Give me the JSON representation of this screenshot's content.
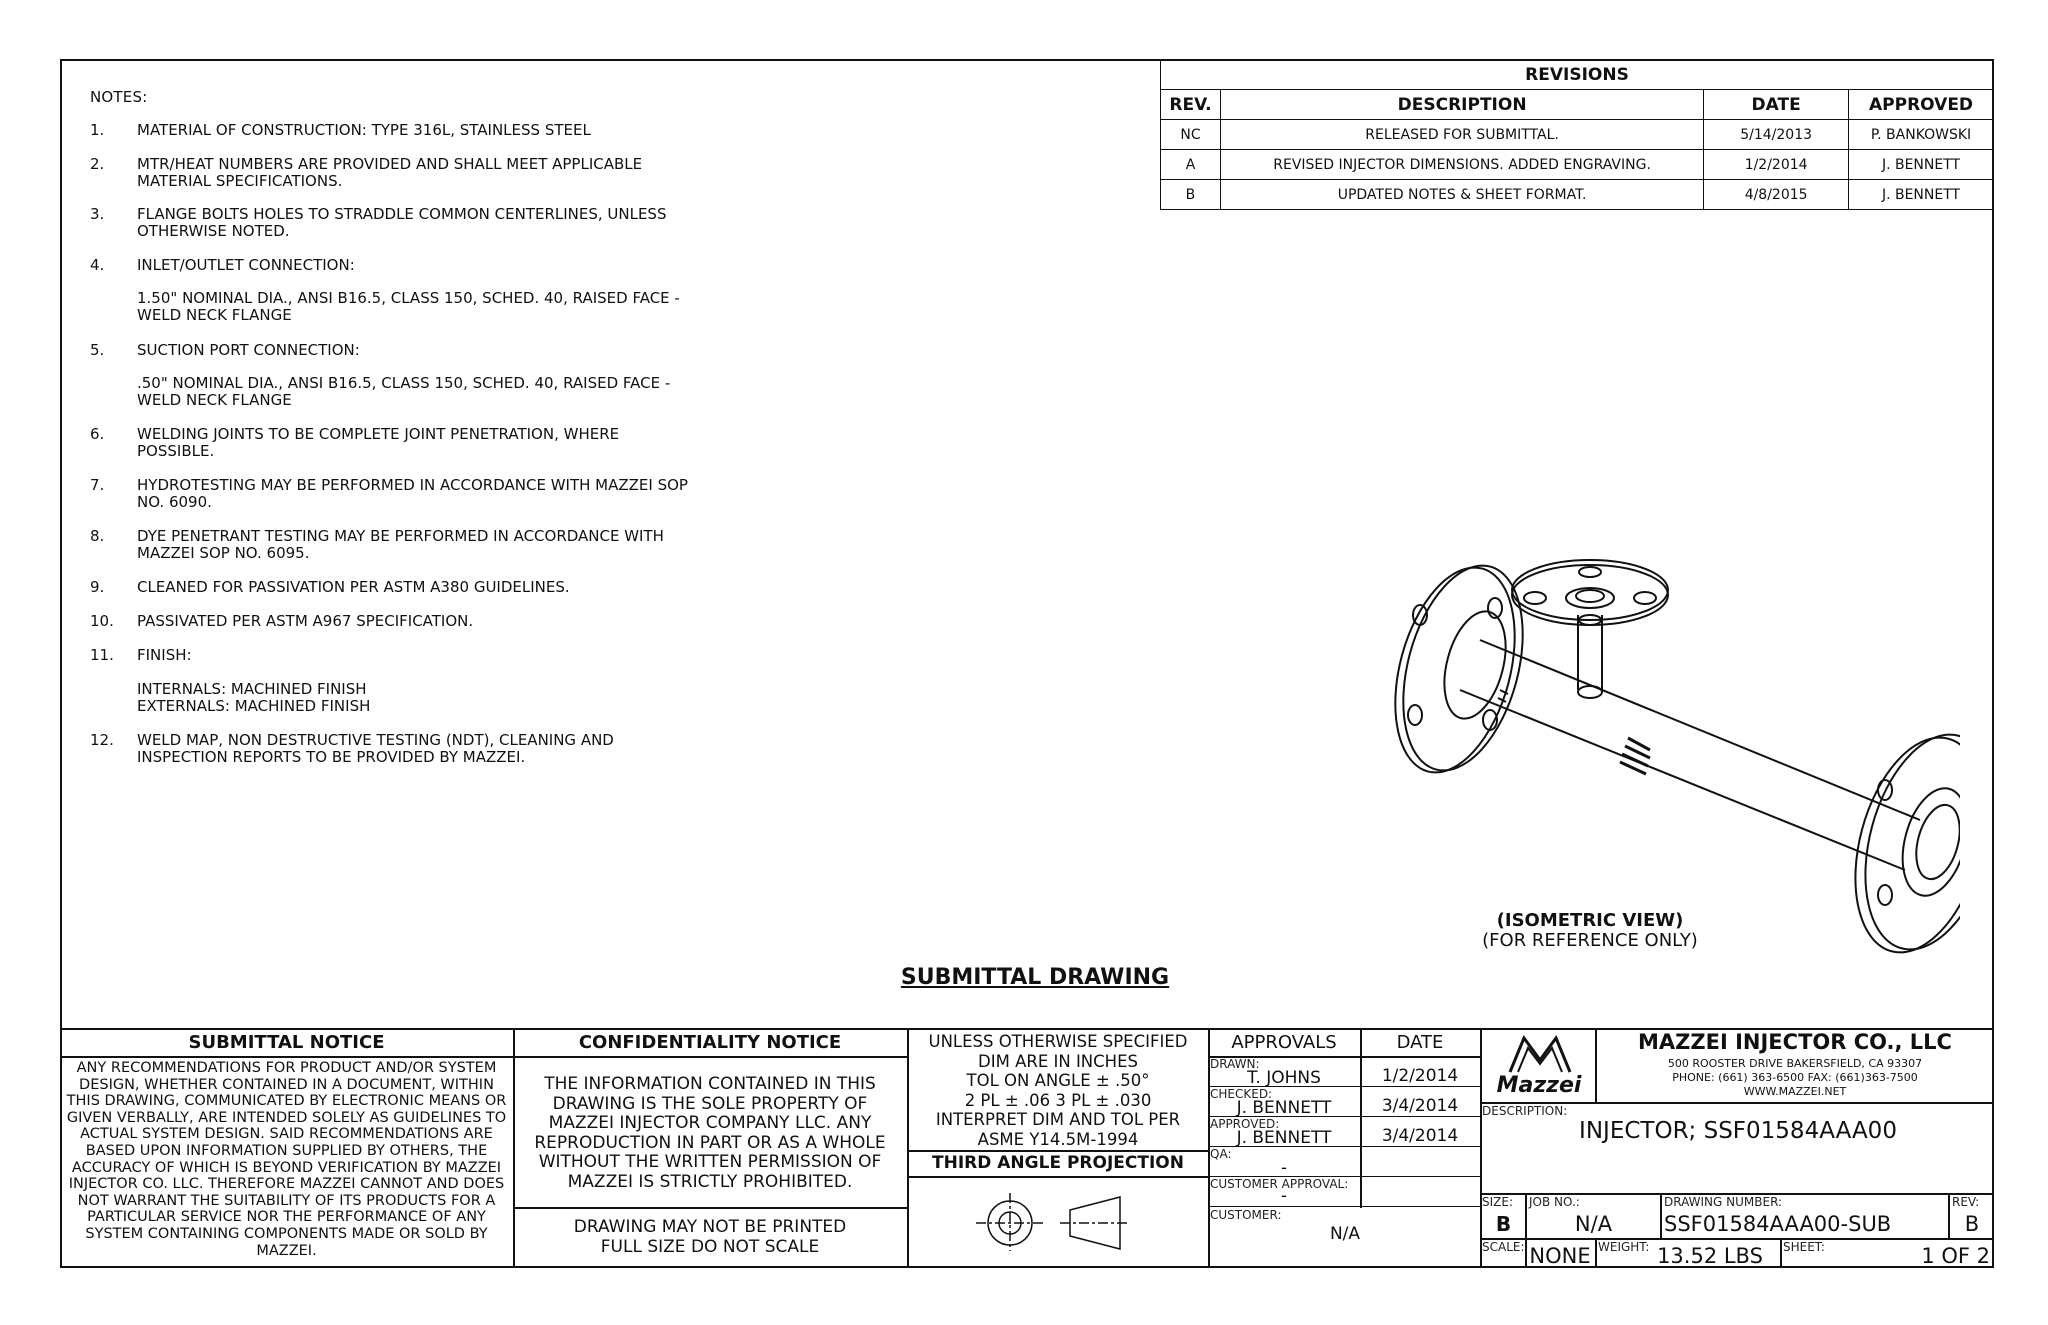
{
  "notes": {
    "title": "NOTES:",
    "items": [
      {
        "num": "1.",
        "text": "MATERIAL OF CONSTRUCTION: TYPE 316L, STAINLESS STEEL"
      },
      {
        "num": "2.",
        "text": "MTR/HEAT NUMBERS ARE PROVIDED AND SHALL MEET APPLICABLE MATERIAL SPECIFICATIONS."
      },
      {
        "num": "3.",
        "text": "FLANGE BOLTS HOLES TO STRADDLE COMMON CENTERLINES, UNLESS OTHERWISE NOTED."
      },
      {
        "num": "4.",
        "text": "INLET/OUTLET CONNECTION:"
      },
      {
        "num": "5.",
        "text": "SUCTION PORT CONNECTION:"
      },
      {
        "num": "6.",
        "text": "WELDING JOINTS TO BE COMPLETE JOINT PENETRATION, WHERE POSSIBLE."
      },
      {
        "num": "7.",
        "text": "HYDROTESTING MAY BE PERFORMED IN ACCORDANCE WITH MAZZEI SOP NO. 6090."
      },
      {
        "num": "8.",
        "text": "DYE PENETRANT TESTING MAY BE PERFORMED IN ACCORDANCE WITH MAZZEI SOP NO. 6095."
      },
      {
        "num": "9.",
        "text": "CLEANED FOR PASSIVATION PER ASTM A380 GUIDELINES."
      },
      {
        "num": "10.",
        "text": "PASSIVATED PER ASTM A967 SPECIFICATION."
      },
      {
        "num": "11.",
        "text": "FINISH:"
      },
      {
        "num": "12.",
        "text": "WELD MAP, NON DESTRUCTIVE TESTING (NDT), CLEANING AND INSPECTION REPORTS TO BE PROVIDED BY MAZZEI."
      }
    ],
    "sub4": "1.50\" NOMINAL DIA., ANSI B16.5, CLASS 150, SCHED. 40, RAISED FACE - WELD NECK FLANGE",
    "sub5": ".50\" NOMINAL DIA., ANSI B16.5, CLASS 150, SCHED. 40, RAISED FACE - WELD NECK FLANGE",
    "sub11a": "INTERNALS: MACHINED FINISH",
    "sub11b": "EXTERNALS: MACHINED FINISH"
  },
  "revisions": {
    "title": "REVISIONS",
    "headers": {
      "rev": "REV.",
      "description": "DESCRIPTION",
      "date": "DATE",
      "approved": "APPROVED"
    },
    "rows": [
      {
        "rev": "NC",
        "description": "RELEASED FOR SUBMITTAL.",
        "date": "5/14/2013",
        "approved": "P. BANKOWSKI"
      },
      {
        "rev": "A",
        "description": "REVISED INJECTOR DIMENSIONS. ADDED ENGRAVING.",
        "date": "1/2/2014",
        "approved": "J. BENNETT"
      },
      {
        "rev": "B",
        "description": "UPDATED NOTES & SHEET FORMAT.",
        "date": "4/8/2015",
        "approved": "J. BENNETT"
      }
    ]
  },
  "drawing": {
    "iso_label": "(ISOMETRIC VIEW)",
    "iso_sub": "(FOR REFERENCE ONLY)",
    "submittal_title": "SUBMITTAL DRAWING"
  },
  "title_block": {
    "submittal_notice_title": "SUBMITTAL NOTICE",
    "submittal_notice_text": "ANY RECOMMENDATIONS FOR PRODUCT AND/OR SYSTEM DESIGN, WHETHER CONTAINED IN A DOCUMENT, WITHIN THIS DRAWING, COMMUNICATED BY ELECTRONIC MEANS OR GIVEN VERBALLY, ARE INTENDED SOLELY AS GUIDELINES TO ACTUAL SYSTEM DESIGN. SAID RECOMMENDATIONS ARE BASED UPON INFORMATION SUPPLIED BY OTHERS, THE ACCURACY OF WHICH IS BEYOND VERIFICATION BY MAZZEI INJECTOR CO. LLC. THEREFORE MAZZEI CANNOT AND DOES NOT WARRANT THE SUITABILITY OF ITS PRODUCTS FOR A PARTICULAR SERVICE NOR THE PERFORMANCE OF ANY SYSTEM CONTAINING COMPONENTS MADE OR SOLD BY MAZZEI.",
    "confidentiality_title": "CONFIDENTIALITY NOTICE",
    "confidentiality_text": "THE INFORMATION CONTAINED IN THIS DRAWING IS THE SOLE PROPERTY OF MAZZEI INJECTOR COMPANY LLC. ANY REPRODUCTION IN PART OR AS A WHOLE WITHOUT THE WRITTEN PERMISSION OF MAZZEI IS STRICTLY PROHIBITED.",
    "print_notice": "DRAWING MAY NOT BE PRINTED",
    "scale_notice": "FULL SIZE DO NOT SCALE",
    "tolerance_1": "UNLESS OTHERWISE SPECIFIED",
    "tolerance_2": "DIM ARE IN INCHES",
    "tolerance_3": "TOL ON ANGLE ± .50°",
    "tolerance_4": "2 PL ± .06   3 PL ± .030",
    "tolerance_5": "INTERPRET DIM AND TOL PER",
    "tolerance_6": "ASME Y14.5M-1994",
    "projection": "THIRD ANGLE PROJECTION",
    "approvals_header": "APPROVALS",
    "date_header": "DATE",
    "drawn_label": "DRAWN:",
    "drawn_name": "T. JOHNS",
    "drawn_date": "1/2/2014",
    "checked_label": "CHECKED:",
    "checked_name": "J. BENNETT",
    "checked_date": "3/4/2014",
    "approved_label": "APPROVED:",
    "approved_name": "J. BENNETT",
    "approved_date": "3/4/2014",
    "qa_label": "QA:",
    "qa_value": "-",
    "cust_approval_label": "CUSTOMER APPROVAL:",
    "cust_approval_value": "-",
    "customer_label": "CUSTOMER:",
    "customer_value": "N/A",
    "logo_text": "Mazzei",
    "company": "MAZZEI INJECTOR CO., LLC",
    "address": "500 ROOSTER DRIVE BAKERSFIELD, CA 93307",
    "phone": "PHONE: (661) 363-6500  FAX: (661)363-7500",
    "website": "WWW.MAZZEI.NET",
    "description_label": "DESCRIPTION:",
    "description": "INJECTOR; SSF01584AAA00",
    "size_label": "SIZE:",
    "size": "B",
    "job_label": "JOB NO.:",
    "job": "N/A",
    "dwg_label": "DRAWING NUMBER:",
    "dwg": "SSF01584AAA00-SUB",
    "rev_label": "REV:",
    "rev": "B",
    "scale_label": "SCALE:",
    "scale": "NONE",
    "weight_label": "WEIGHT:",
    "weight": "13.52 LBS",
    "sheet_label": "SHEET:",
    "sheet": "1 OF 2"
  }
}
